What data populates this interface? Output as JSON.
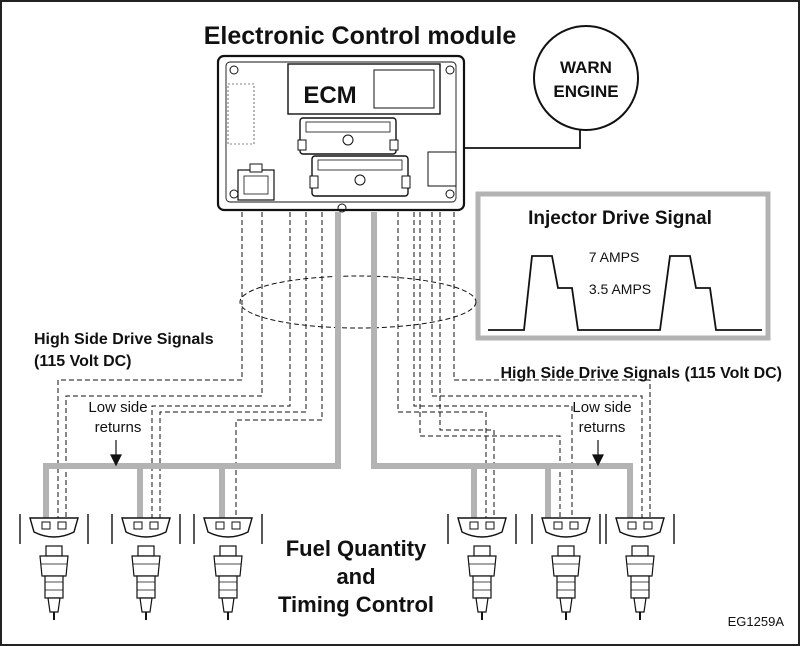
{
  "title": "Electronic Control module",
  "ecm_label": "ECM",
  "warn_lamp": {
    "line1": "WARN",
    "line2": "ENGINE"
  },
  "signal_box": {
    "title": "Injector Drive Signal",
    "peak_label": "7 AMPS",
    "hold_label": "3.5 AMPS"
  },
  "left_group": {
    "signals_line1": "High Side Drive Signals",
    "signals_line2": "(115 Volt DC)",
    "returns_line1": "Low side",
    "returns_line2": "returns"
  },
  "right_group": {
    "signals": "High Side Drive Signals (115 Volt DC)",
    "returns_line1": "Low side",
    "returns_line2": "returns"
  },
  "center_caption": {
    "line1": "Fuel Quantity",
    "line2": "and",
    "line3": "Timing Control"
  },
  "figure_code": "EG1259A",
  "injector_count": 6,
  "colors": {
    "harness": "#b3b3b3",
    "ink": "#111111",
    "background": "#ffffff"
  }
}
